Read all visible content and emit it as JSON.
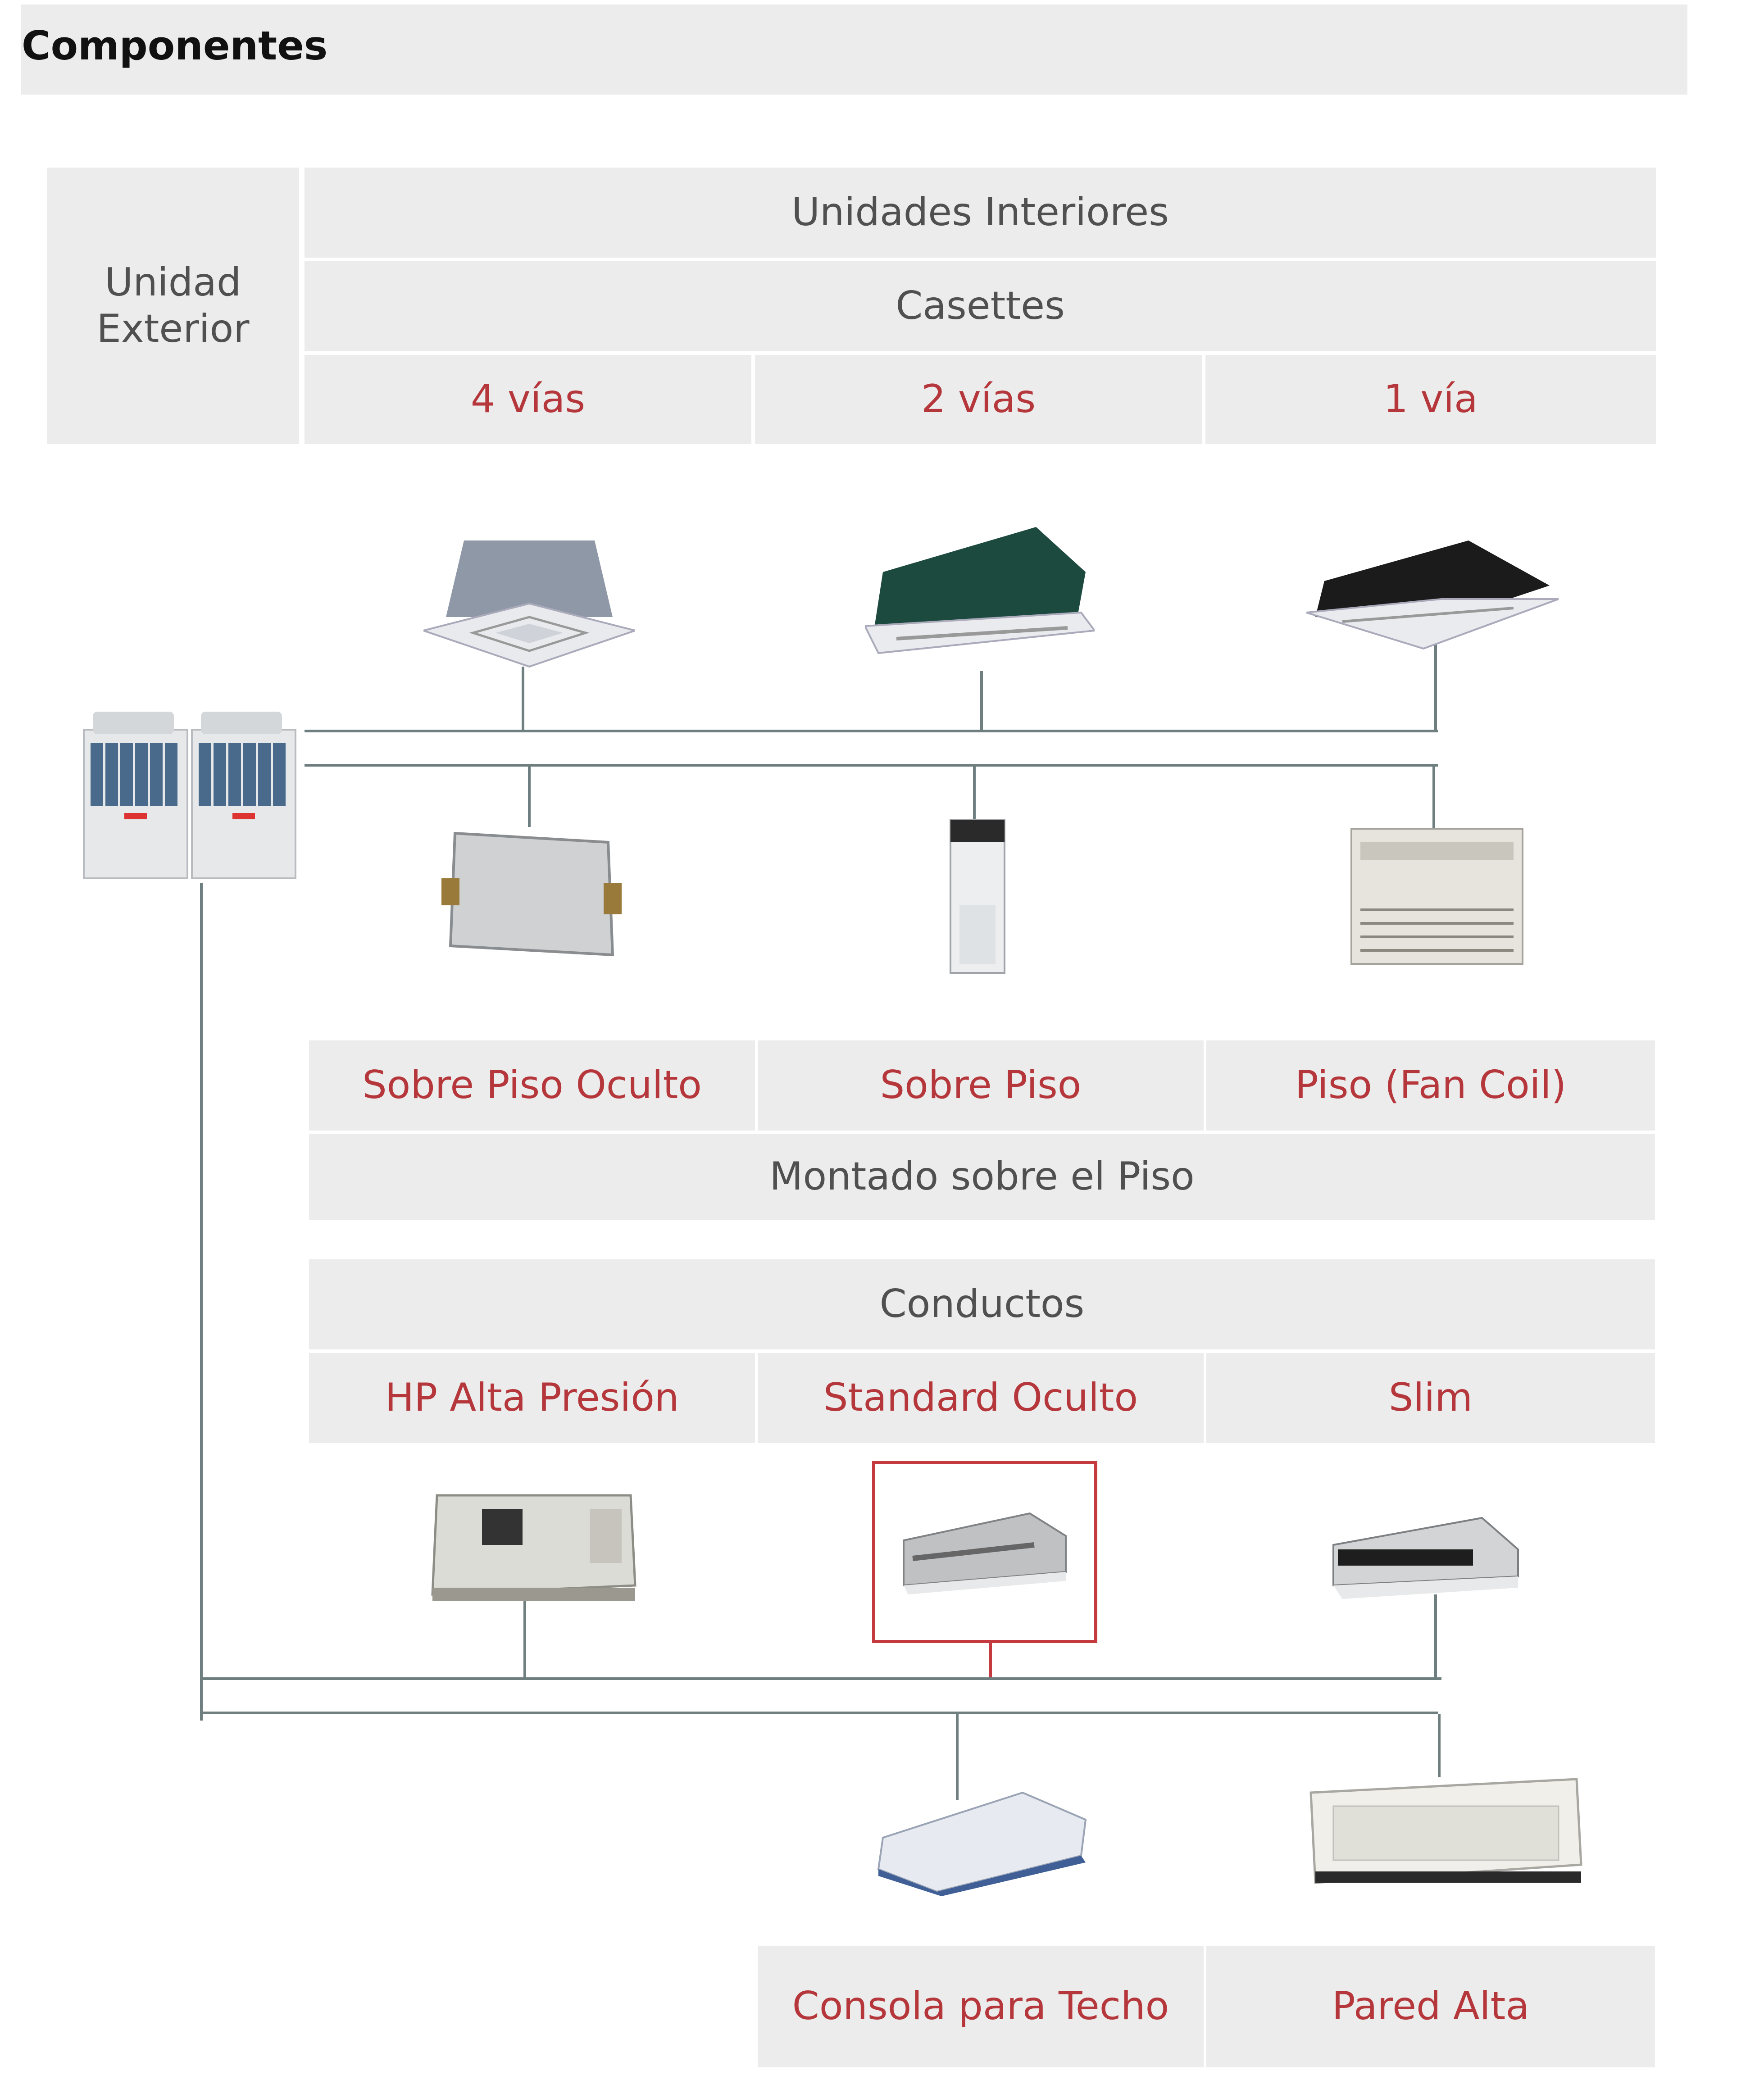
{
  "title": "Componentes",
  "header": {
    "outdoor": "Unidad\nExterior",
    "indoor": "Unidades Interiores",
    "cassettes": "Casettes",
    "cassette_types": [
      "4 vías",
      "2 vías",
      "1 vía"
    ]
  },
  "floor": {
    "types": [
      "Sobre Piso Oculto",
      "Sobre Piso",
      "Piso (Fan Coil)"
    ],
    "group": "Montado sobre el Piso"
  },
  "ducts": {
    "group": "Conductos",
    "types": [
      "HP Alta Presión",
      "Standard Oculto",
      "Slim"
    ],
    "selected": "Standard Oculto"
  },
  "other": {
    "types": [
      "Consola para Techo",
      "Pared Alta"
    ]
  },
  "colors": {
    "accent": "#b5373b",
    "cell_bg": "#ececec",
    "line": "#6f7f80"
  }
}
